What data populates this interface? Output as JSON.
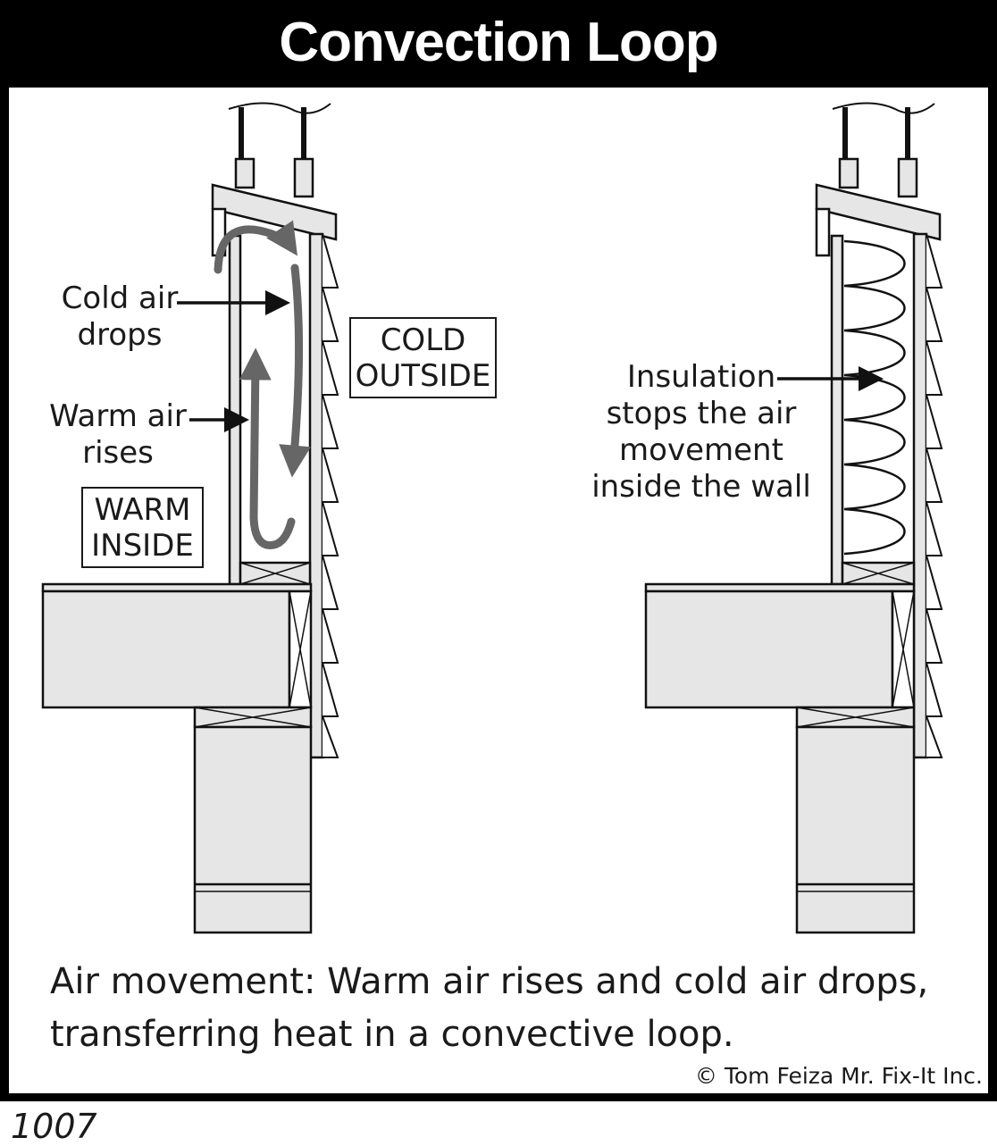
{
  "title": "Convection Loop",
  "left": {
    "cold_label": "Cold air\ndrops",
    "warm_label": "Warm air\nrises",
    "cold_box": "COLD\nOUTSIDE",
    "warm_box": "WARM\nINSIDE"
  },
  "right": {
    "insulation_label": "Insulation\nstops the air\nmovement\ninside the wall"
  },
  "caption": "Air movement:  Warm air rises and cold air drops,\ntransferring heat in a convective loop.",
  "copyright": "© Tom Feiza Mr. Fix-It Inc.",
  "code": "1007",
  "colors": {
    "frame": "#000000",
    "arrow": "#666666",
    "fill": "#e6e6e6"
  }
}
